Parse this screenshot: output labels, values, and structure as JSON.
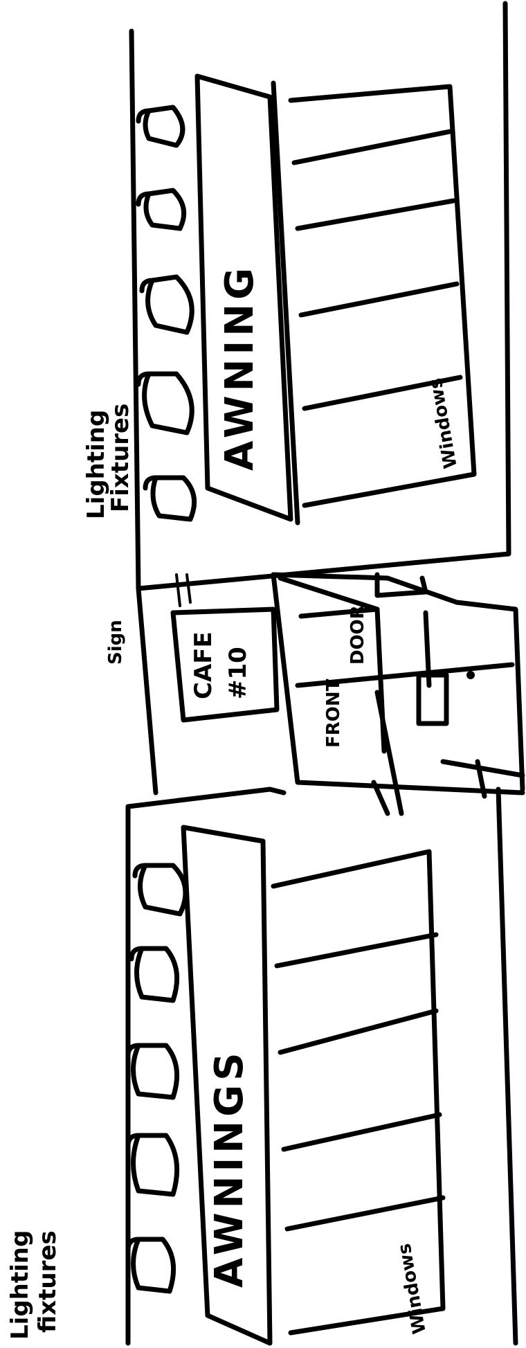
{
  "labels": {
    "top_awning": "AWNING",
    "bottom_awning": "AWNINGS",
    "top_windows": "Windows",
    "bottom_windows": "Windows",
    "top_fixtures_line1": "Lighting",
    "top_fixtures_line2": "Fixtures",
    "bottom_fixtures_line1": "Lighting",
    "bottom_fixtures_line2": "fixtures",
    "sign_caption": "Sign",
    "sign_line1": "CAFE",
    "sign_line2": "#10",
    "door_line1": "FRONT",
    "door_line2": "DOOR"
  },
  "colors": {
    "ink": "#000000",
    "paper": "#ffffff"
  }
}
